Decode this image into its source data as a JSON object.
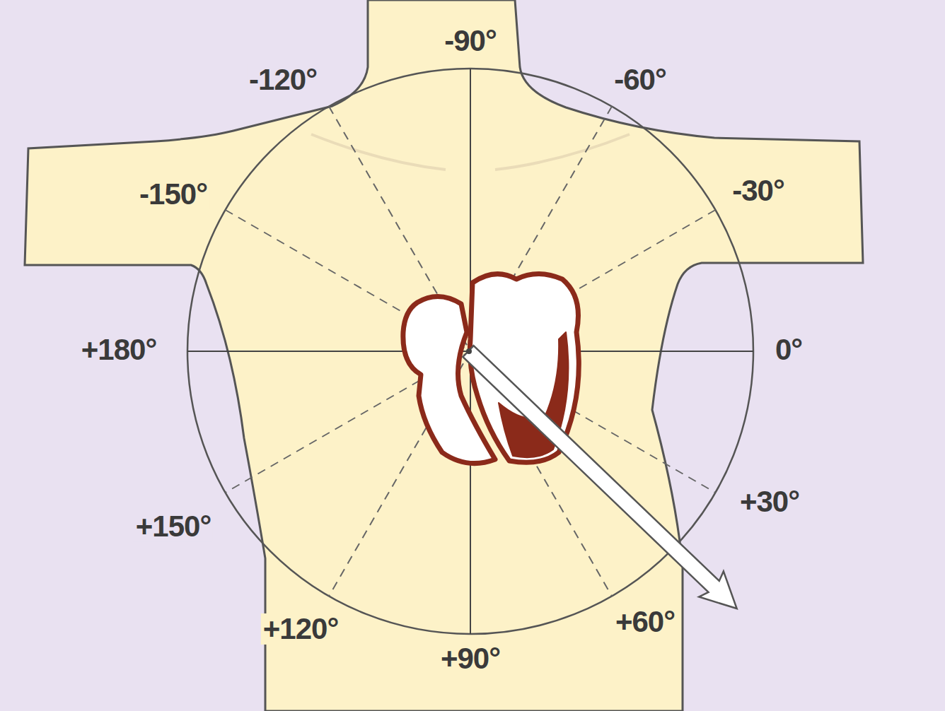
{
  "diagram": {
    "labels": [
      "-90°",
      "-120°",
      "-60°",
      "-150°",
      "-30°",
      "+180°",
      "0°",
      "+150°",
      "+30°",
      "+120°",
      "+60°",
      "+90°"
    ]
  }
}
